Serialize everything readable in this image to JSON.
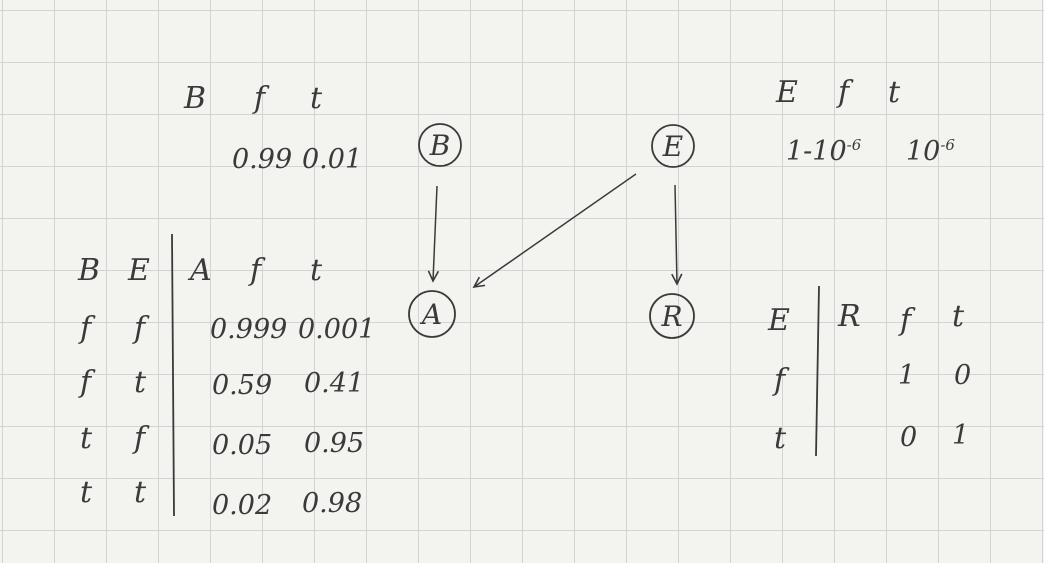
{
  "nodes": {
    "b": "B",
    "e": "E",
    "a": "A",
    "r": "R"
  },
  "table_b": {
    "headers": [
      "B",
      "f",
      "t"
    ],
    "values": [
      "0.99",
      "0.01"
    ]
  },
  "table_e": {
    "headers": [
      "E",
      "f",
      "t"
    ],
    "values": [
      "1-10",
      "-6",
      "10",
      "-6"
    ]
  },
  "table_a": {
    "headers": [
      "B",
      "E",
      "A",
      "f",
      "t"
    ],
    "rows": [
      [
        "f",
        "f",
        "0.999",
        "0.001"
      ],
      [
        "f",
        "t",
        "0.59",
        "0.41"
      ],
      [
        "t",
        "f",
        "0.05",
        "0.95"
      ],
      [
        "t",
        "t",
        "0.02",
        "0.98"
      ]
    ]
  },
  "table_r": {
    "headers": [
      "E",
      "R",
      "f",
      "t"
    ],
    "rows": [
      [
        "f",
        "1",
        "0"
      ],
      [
        "t",
        "0",
        "1"
      ]
    ]
  }
}
